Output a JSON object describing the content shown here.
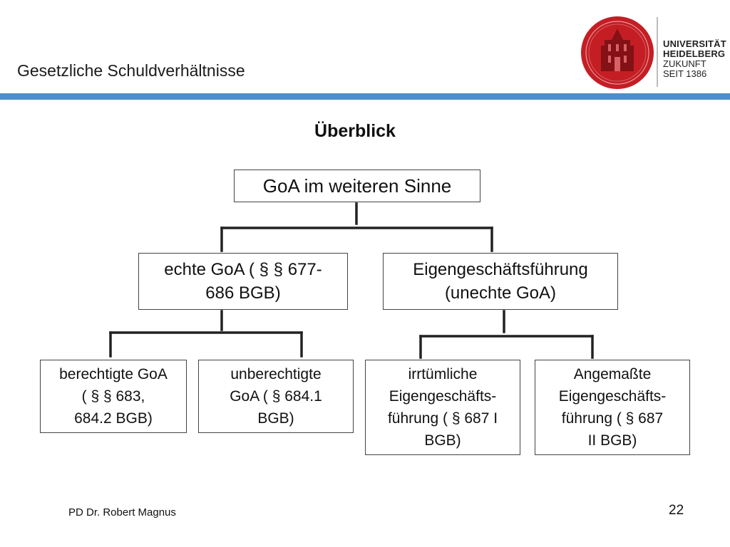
{
  "header": {
    "title": "Gesetzliche Schuldverhältnisse",
    "bar_color": "#4a8fc9"
  },
  "logo": {
    "line1": "UNIVERSITÄT",
    "line2": "HEIDELBERG",
    "line3": "ZUKUNFT",
    "line4": "SEIT 1386",
    "seal_color": "#c41e24",
    "seal_icon": "university-seal-icon"
  },
  "slide": {
    "title": "Überblick"
  },
  "diagram": {
    "root": {
      "lines": [
        "GoA im weiteren Sinne"
      ]
    },
    "echte": {
      "lines": [
        "echte GoA ( § § 677-",
        "686 BGB)"
      ]
    },
    "eigen": {
      "lines": [
        "Eigengeschäftsführung",
        "(unechte GoA)"
      ]
    },
    "berechtigte": {
      "lines": [
        "berechtigte GoA",
        "( § § 683,",
        "684.2 BGB)"
      ]
    },
    "unberechtigte": {
      "lines": [
        "unberechtigte",
        "GoA ( § 684.1",
        "BGB)"
      ]
    },
    "irrtuemliche": {
      "lines": [
        "irrtümliche",
        "Eigengeschäfts-",
        "führung ( § 687 I",
        "BGB)"
      ]
    },
    "angemasste": {
      "lines": [
        "Angemaßte",
        "Eigengeschäfts-",
        "führung ( § 687",
        "II BGB)"
      ]
    }
  },
  "footer": {
    "author": "PD Dr. Robert Magnus",
    "page": "22"
  }
}
